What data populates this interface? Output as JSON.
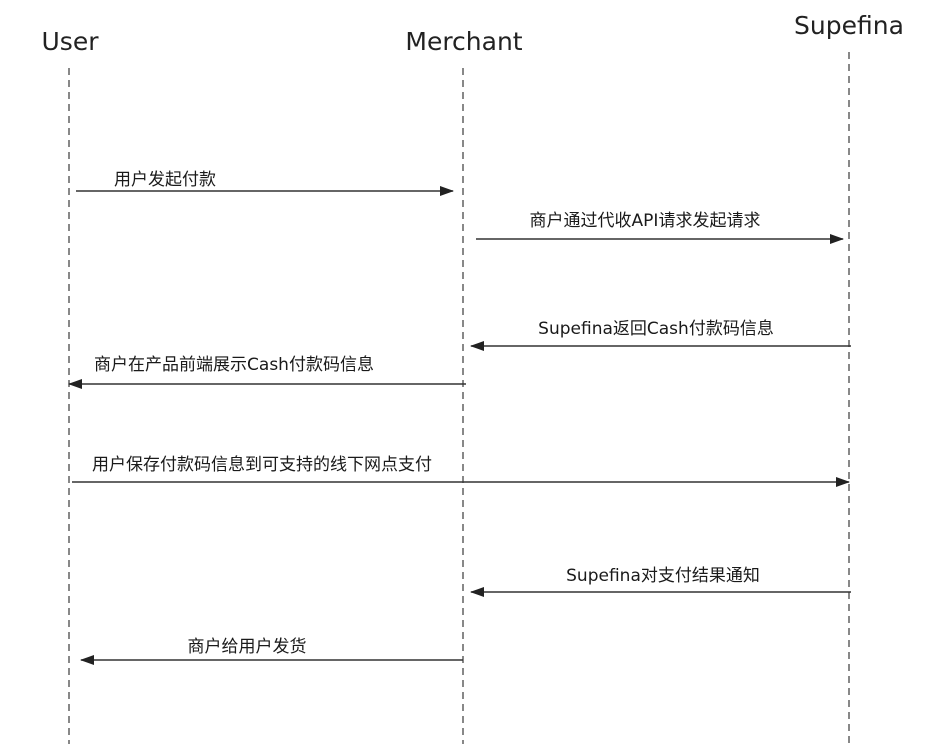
{
  "actors": {
    "user": "User",
    "merchant": "Merchant",
    "supefina": "Supefina"
  },
  "messages": [
    {
      "from": "user",
      "to": "merchant",
      "label": "用户发起付款"
    },
    {
      "from": "merchant",
      "to": "supefina",
      "label": "商户通过代收API请求发起请求"
    },
    {
      "from": "supefina",
      "to": "merchant",
      "label": "Supefina返回Cash付款码信息"
    },
    {
      "from": "merchant",
      "to": "user",
      "label": "商户在产品前端展示Cash付款码信息"
    },
    {
      "from": "user",
      "to": "supefina",
      "label": "用户保存付款码信息到可支持的线下网点支付"
    },
    {
      "from": "supefina",
      "to": "merchant",
      "label": "Supefina对支付结果通知"
    },
    {
      "from": "merchant",
      "to": "user",
      "label": "商户给用户发货"
    }
  ],
  "colors": {
    "line": "#333333",
    "arrow": "#222222",
    "text": "#1a1a1a"
  }
}
